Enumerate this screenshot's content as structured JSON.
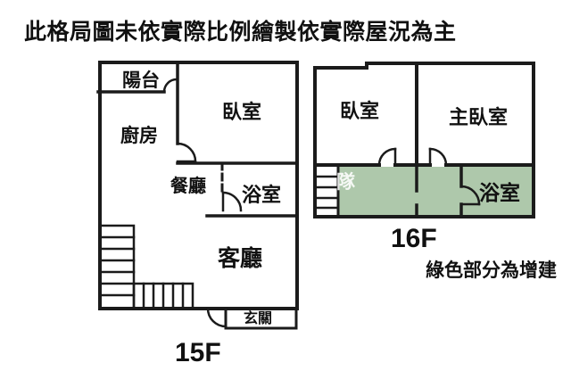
{
  "title": "此格局圖未依實際比例繪製依實際屋況為主",
  "colors": {
    "wall": "#1b1b1b",
    "addition_green": "#aec8ab",
    "background": "#ffffff",
    "text": "#111111"
  },
  "floor15": {
    "label": "15F",
    "rooms": {
      "balcony": "陽台",
      "kitchen": "廚房",
      "bedroom": "臥室",
      "dining": "餐廳",
      "bath": "浴室",
      "living": "客廳",
      "entry": "玄關"
    }
  },
  "floor16": {
    "label": "16F",
    "rooms": {
      "bedroom": "臥室",
      "master_bedroom": "主臥室",
      "bath": "浴室"
    },
    "note": "綠色部分為增建"
  },
  "watermark": "隊"
}
